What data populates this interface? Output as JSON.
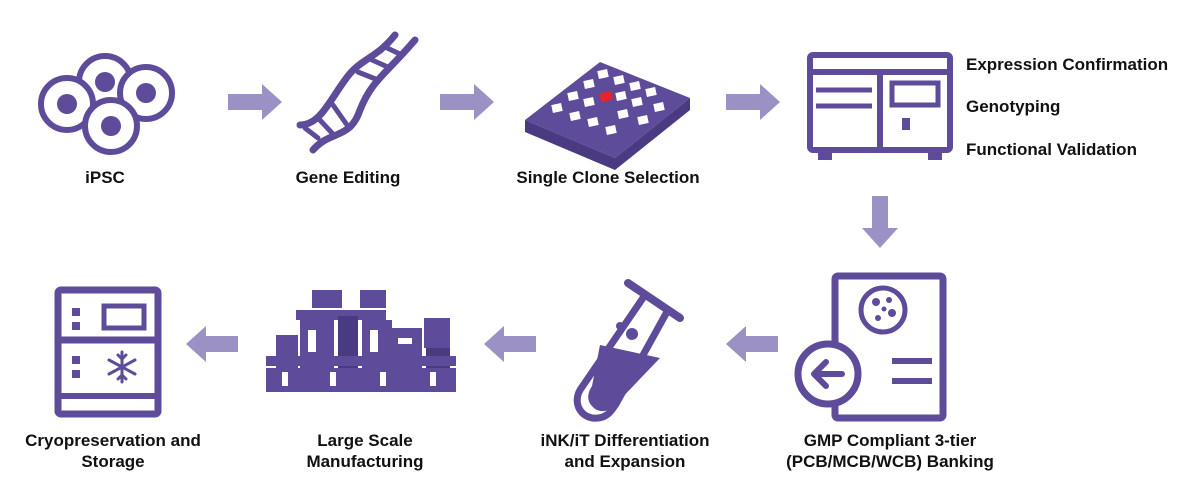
{
  "colors": {
    "icon_primary": "#5e4b99",
    "icon_dark": "#4a3a82",
    "arrow": "#9b91c4",
    "highlight": "#e5242d",
    "text": "#111111",
    "background": "#ffffff"
  },
  "steps": {
    "ipsc": {
      "label": "iPSC",
      "icon": "cells-icon"
    },
    "gene_editing": {
      "label": "Gene Editing",
      "icon": "dna-icon"
    },
    "single_clone": {
      "label": "Single Clone Selection",
      "icon": "well-plate-icon"
    },
    "analysis": {
      "icon": "analyzer-instrument-icon",
      "checks": [
        "Expression Confirmation",
        "Genotyping",
        "Functional Validation"
      ]
    },
    "banking": {
      "line1": "GMP Compliant 3-tier",
      "line2": "(PCB/MCB/WCB) Banking",
      "icon": "document-banking-icon"
    },
    "differentiation": {
      "line1": "iNK/iT Differentiation",
      "line2": "and Expansion",
      "icon": "test-tube-icon"
    },
    "manufacturing": {
      "line1": "Large Scale",
      "line2": "Manufacturing",
      "icon": "manufacturing-equipment-icon"
    },
    "cryo": {
      "line1": "Cryopreservation and",
      "line2": "Storage",
      "icon": "freezer-icon"
    }
  }
}
